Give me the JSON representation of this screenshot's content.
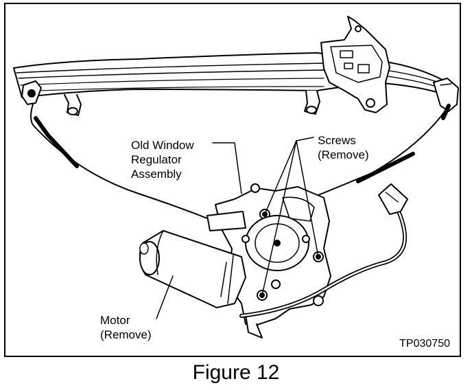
{
  "labels": {
    "old_window_regulator": [
      "Old Window",
      "Regulator",
      "Assembly"
    ],
    "screws": [
      "Screws",
      "(Remove)"
    ],
    "motor": [
      "Motor",
      "(Remove)"
    ]
  },
  "figure_id": "TP030750",
  "caption": "Figure 12"
}
